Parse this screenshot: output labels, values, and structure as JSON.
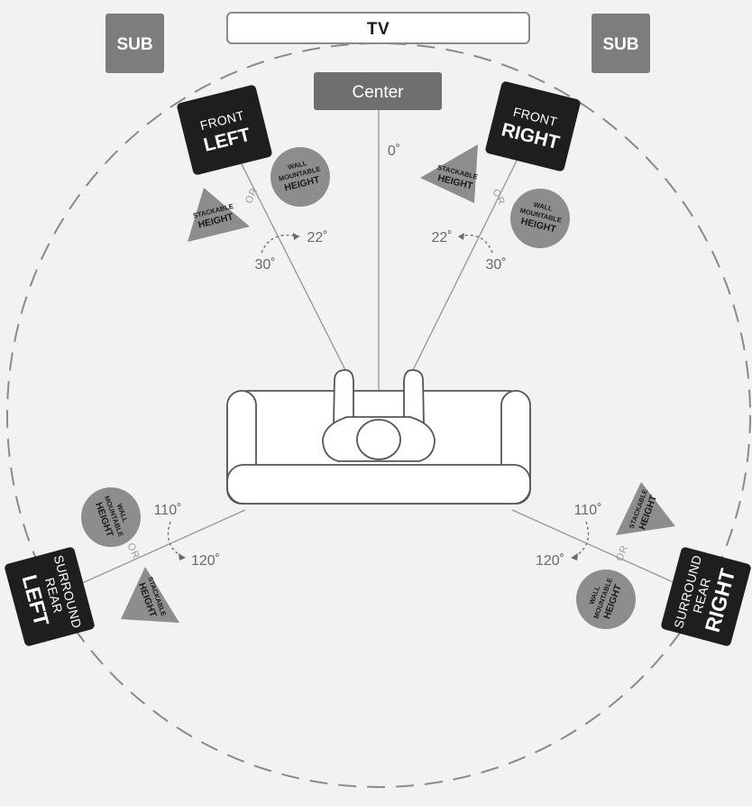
{
  "tv": {
    "label": "TV"
  },
  "subs": {
    "left_label": "SUB",
    "right_label": "SUB"
  },
  "center": {
    "label": "Center"
  },
  "angles": {
    "center": "0˚",
    "front_left_inner": "22˚",
    "front_left_outer": "30˚",
    "front_right_inner": "22˚",
    "front_right_outer": "30˚",
    "surround_left_inner": "110˚",
    "surround_left_outer": "120˚",
    "surround_right_inner": "110˚",
    "surround_right_outer": "120˚"
  },
  "or_label": "OR",
  "speakers": {
    "front_left": {
      "line1": "FRONT",
      "line2": "LEFT"
    },
    "front_right": {
      "line1": "FRONT",
      "line2": "RIGHT"
    },
    "surround_left": {
      "line1": "SURROUND",
      "line2": "REAR",
      "line3": "LEFT"
    },
    "surround_right": {
      "line1": "SURROUND",
      "line2": "REAR",
      "line3": "RIGHT"
    }
  },
  "height_options": {
    "stackable_line1": "STACKABLE",
    "stackable_line2": "HEIGHT",
    "wall_line1": "WALL",
    "wall_line2": "MOUNTABLE",
    "wall_line3": "HEIGHT"
  },
  "colors": {
    "background": "#f2f2f2",
    "speaker": "#1e1e1e",
    "sub": "#7d7d7d",
    "center": "#6f6f6f",
    "height_option": "#8d8d8d",
    "line": "#9a9a9a"
  }
}
